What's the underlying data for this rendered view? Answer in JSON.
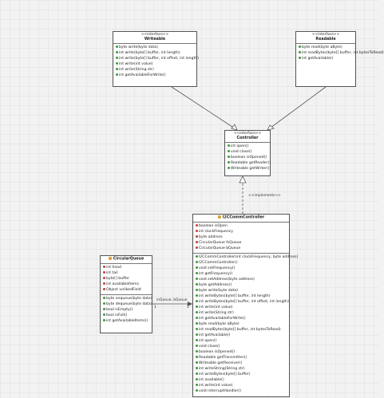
{
  "writeable": {
    "stereotype": "<<interface>>",
    "name": "Writeable",
    "methods": [
      {
        "vis": "pub",
        "text": "byte write(byte data)"
      },
      {
        "vis": "pub",
        "text": "int write(byte[] buffer, int length)"
      },
      {
        "vis": "pub",
        "text": "int write(byte[] buffer, int offset, int length)"
      },
      {
        "vis": "pub",
        "text": "int write(int value)"
      },
      {
        "vis": "pub",
        "text": "int write(String str)"
      },
      {
        "vis": "pub",
        "text": "int getAvailableForWrite()"
      }
    ]
  },
  "readable": {
    "stereotype": "<<interface>>",
    "name": "Readable",
    "methods": [
      {
        "vis": "pub",
        "text": "byte read(byte aByte)"
      },
      {
        "vis": "pub",
        "text": "int readBytes(byte[] buffer, int bytesToRead)"
      },
      {
        "vis": "pub",
        "text": "int getAvailable()"
      }
    ]
  },
  "controller": {
    "stereotype": "<<interface>>",
    "name": "Controller",
    "methods": [
      {
        "vis": "pub",
        "text": "int open()"
      },
      {
        "vis": "pub",
        "text": "void close()"
      },
      {
        "vis": "pub",
        "text": "boolean isOpened()"
      },
      {
        "vis": "pub",
        "text": "Readable getReader()"
      },
      {
        "vis": "pub",
        "text": "Writeable getWriter()"
      }
    ]
  },
  "i2c": {
    "name": "I2CCommController",
    "attributes": [
      {
        "vis": "priv",
        "text": "boolean isOpen"
      },
      {
        "vis": "priv",
        "text": "int clockFrequency"
      },
      {
        "vis": "priv",
        "text": "byte address"
      },
      {
        "vis": "priv",
        "text": "CircularQueue fsQueue"
      },
      {
        "vis": "priv",
        "text": "CircularQueue bQueue"
      }
    ],
    "methods": [
      {
        "vis": "pub",
        "text": "I2CCommController(int clockFrequency, byte address)"
      },
      {
        "vis": "pub",
        "text": "I2CCommController()"
      },
      {
        "vis": "pub",
        "text": "void setFrequency()"
      },
      {
        "vis": "pub",
        "text": "int getFrequency()"
      },
      {
        "vis": "pub",
        "text": "void setAddress(byte address)"
      },
      {
        "vis": "pub",
        "text": "byte getAddress()"
      },
      {
        "vis": "pub",
        "text": "byte write(byte data)"
      },
      {
        "vis": "pub",
        "text": "int writeBytes(byte[] buffer, int length)"
      },
      {
        "vis": "pub",
        "text": "int writeBytes(byte[] buffer, int offset, int length)"
      },
      {
        "vis": "pub",
        "text": "int write(int value)"
      },
      {
        "vis": "pub",
        "text": "int write(String str)"
      },
      {
        "vis": "pub",
        "text": "int getAvailableForWrite()"
      },
      {
        "vis": "pub",
        "text": "byte read(byte aByte)"
      },
      {
        "vis": "pub",
        "text": "int readBytes(byte[] buffer, int bytesToRead)"
      },
      {
        "vis": "pub",
        "text": "int getAvailable()"
      },
      {
        "vis": "pub",
        "text": "int open()"
      },
      {
        "vis": "pub",
        "text": "void close()"
      },
      {
        "vis": "pub",
        "text": "boolean isOpened()"
      },
      {
        "vis": "pub",
        "text": "Readable getTransmitter()"
      },
      {
        "vis": "pub",
        "text": "Writeable getReceiver()"
      },
      {
        "vis": "pub",
        "text": "int writeString(String str)"
      },
      {
        "vis": "pub",
        "text": "int writeBytes(byte[] buffer)"
      },
      {
        "vis": "pub",
        "text": "int available()"
      },
      {
        "vis": "pub",
        "text": "int write(int value)"
      },
      {
        "vis": "pub",
        "text": "void interruptHandler()"
      }
    ]
  },
  "queue": {
    "name": "CircularQueue",
    "attributes": [
      {
        "vis": "priv",
        "text": "int head"
      },
      {
        "vis": "priv",
        "text": "int tail"
      },
      {
        "vis": "priv",
        "text": "byte[] buffer"
      },
      {
        "vis": "priv",
        "text": "int availableItems"
      },
      {
        "vis": "priv",
        "text": "Object unlikedField"
      }
    ],
    "methods": [
      {
        "vis": "pub",
        "text": "byte enqueue(byte data)"
      },
      {
        "vis": "pub",
        "text": "byte dequeue(byte data)"
      },
      {
        "vis": "pub",
        "text": "bool isEmpty()"
      },
      {
        "vis": "pub",
        "text": "bool isFull()"
      },
      {
        "vis": "pub",
        "text": "int getAvailableItems()"
      }
    ]
  },
  "connectors": {
    "implements_label": "<<implements>>",
    "assoc_label": "inQueue, bQueue",
    "mult_left": "1",
    "mult_right": "1"
  }
}
